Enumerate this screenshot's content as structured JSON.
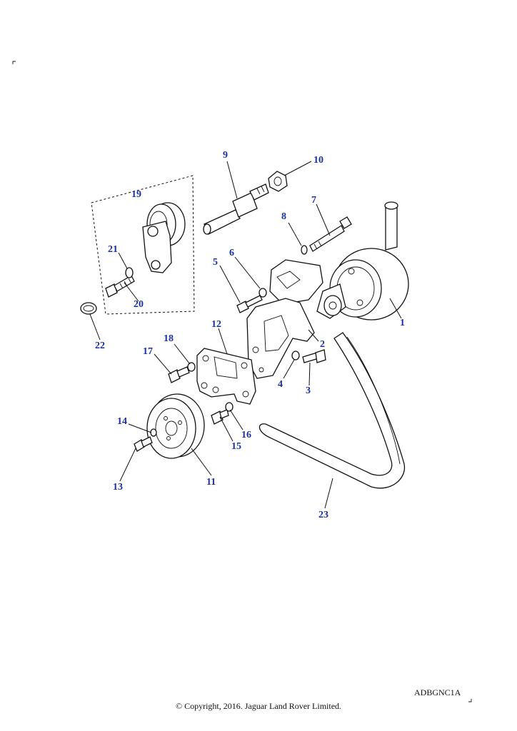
{
  "diagram": {
    "callouts": [
      "1",
      "2",
      "3",
      "4",
      "5",
      "6",
      "7",
      "8",
      "9",
      "10",
      "11",
      "12",
      "13",
      "14",
      "15",
      "16",
      "17",
      "18",
      "19",
      "20",
      "21",
      "22",
      "23"
    ]
  },
  "footer": {
    "reference_code": "ADBGNC1A",
    "copyright": "© Copyright, 2016. Jaguar Land Rover Limited."
  }
}
